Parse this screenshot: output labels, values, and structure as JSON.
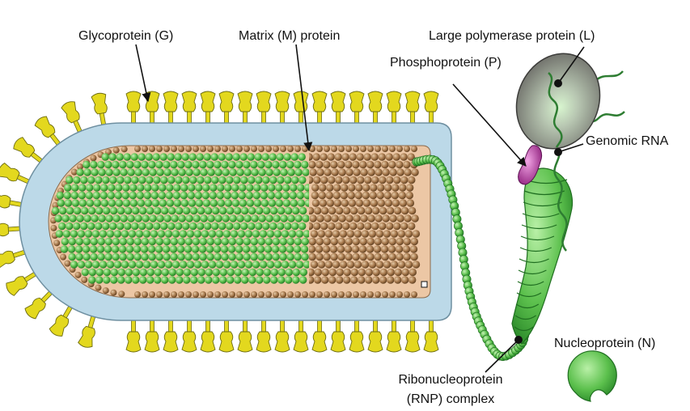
{
  "labels": {
    "glycoprotein": "Glycoprotein (G)",
    "matrix": "Matrix (M) protein",
    "polymerase": "Large polymerase protein (L)",
    "phosphoprotein": "Phosphoprotein (P)",
    "genomic_rna": "Genomic RNA",
    "nucleoprotein": "Nucleoprotein (N)",
    "rnp_line1": "Ribonucleoprotein",
    "rnp_line2": "(RNP) complex"
  },
  "colors": {
    "glycoprotein": "#e3d81e",
    "membrane": "#bcd9e8",
    "inner": "#ecc7a5",
    "matrix": "#a87a4e",
    "nucleocapsid": "#5cc04d",
    "polymerase": "#b8b8b0",
    "phosphoprotein": "#b0309a",
    "rna": "#2e7d32"
  }
}
